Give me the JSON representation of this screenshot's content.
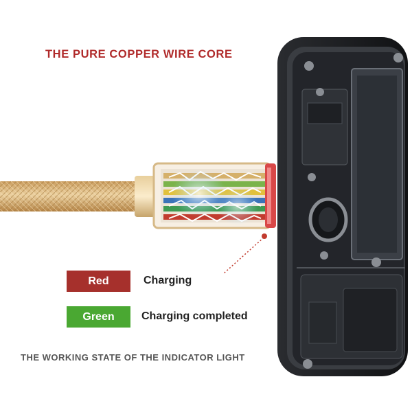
{
  "headline": "THE PURE COPPER WIRE CORE",
  "legend": [
    {
      "label": "Red",
      "state": "Charging",
      "color": "#a6302c"
    },
    {
      "label": "Green",
      "state": "Charging completed",
      "color": "#4aa832"
    }
  ],
  "footer": "THE WORKING STATE OF THE INDICATOR LIGHT",
  "colors": {
    "headline": "#b02a2a",
    "cable_braid": "#d8b27a",
    "phone_body": "#1b1d20"
  },
  "icons": [
    "phone-illustration",
    "braided-cable-illustration",
    "connector-illustration",
    "indicator-pointer-icon"
  ]
}
